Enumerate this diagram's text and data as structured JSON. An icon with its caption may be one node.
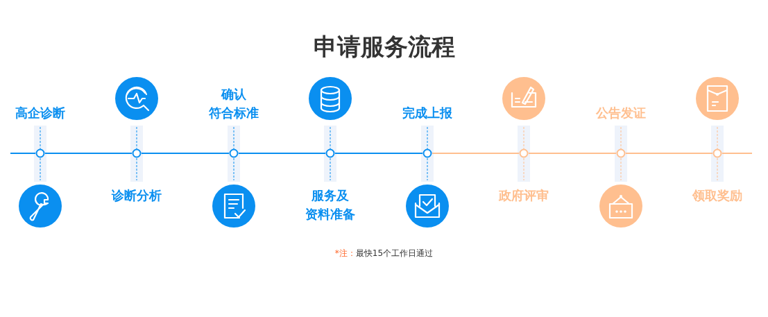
{
  "diagram": {
    "title": "申请服务流程",
    "nodes": [
      {
        "text": [
          "高企诊断"
        ]
      },
      {
        "text": [
          "诊断分析"
        ]
      },
      {
        "text": [
          "确认符合标准"
        ]
      },
      {
        "text": [
          "服务及资料准备"
        ]
      },
      {
        "text": [
          "完成上报"
        ]
      },
      {
        "text": [
          "政府评审"
        ]
      },
      {
        "text": [
          "公告发证"
        ]
      },
      {
        "text": [
          "领取奖励"
        ]
      },
      {
        "text": [],
        "shape": "circle"
      },
      {
        "text": [],
        "shape": "circle"
      },
      {
        "text": [],
        "shape": "circle"
      },
      {
        "text": [],
        "shape": "circle"
      },
      {
        "text": [],
        "shape": "circle"
      },
      {
        "text": [],
        "shape": "circle"
      },
      {
        "text": [],
        "shape": "circle"
      },
      {
        "text": [],
        "shape": "circle"
      }
    ],
    "edges": [
      {
        "from": null,
        "to": 8,
        "arrow": "none"
      },
      {
        "from": 8,
        "to": 9,
        "arrow": "none"
      },
      {
        "from": 9,
        "to": 10,
        "arrow": "none"
      },
      {
        "from": 10,
        "to": 11,
        "arrow": "none"
      },
      {
        "from": 11,
        "to": 12,
        "arrow": "none"
      },
      {
        "from": 12,
        "to": 13,
        "arrow": "none",
        "color": "#ffbf8f"
      },
      {
        "from": 13,
        "to": 14,
        "arrow": "none",
        "color": "#ffbf8f"
      },
      {
        "from": 14,
        "to": 15,
        "arrow": "none",
        "color": "#ffbf8f"
      },
      {
        "from": 15,
        "to": null,
        "arrow": "none",
        "color": "#ffbf8f"
      }
    ],
    "labels": [
      "*注：",
      "最快15个工作日通过"
    ]
  }
}
